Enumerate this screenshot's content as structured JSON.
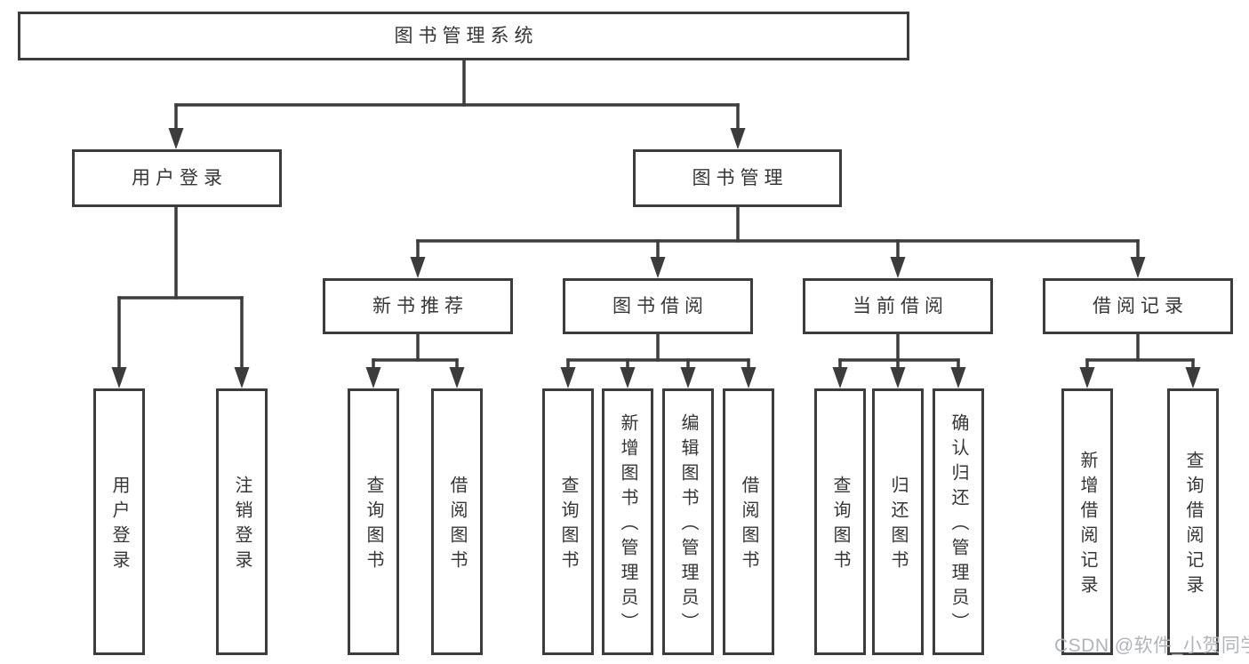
{
  "diagram": {
    "root": {
      "label": "图书管理系统",
      "children": [
        {
          "label": "用户登录",
          "children": [
            {
              "label": "用户登录"
            },
            {
              "label": "注销登录"
            }
          ]
        },
        {
          "label": "图书管理",
          "children": [
            {
              "label": "新书推荐",
              "children": [
                {
                  "label": "查询图书"
                },
                {
                  "label": "借阅图书"
                }
              ]
            },
            {
              "label": "图书借阅",
              "children": [
                {
                  "label": "查询图书"
                },
                {
                  "label": "新增图书（管理员）"
                },
                {
                  "label": "编辑图书（管理员）"
                },
                {
                  "label": "借阅图书"
                }
              ]
            },
            {
              "label": "当前借阅",
              "children": [
                {
                  "label": "查询图书"
                },
                {
                  "label": "归还图书"
                },
                {
                  "label": "确认归还（管理员）"
                }
              ]
            },
            {
              "label": "借阅记录",
              "children": [
                {
                  "label": "新增借阅记录"
                },
                {
                  "label": "查询借阅记录"
                }
              ]
            }
          ]
        }
      ]
    }
  },
  "watermark": {
    "text": "CSDN @软件_小贺同学",
    "color": "#b0b4bb"
  },
  "colors": {
    "background": "#ffffff",
    "line": "#3c3c3c",
    "box_border": "#3c3c3c",
    "box_fill": "#ffffff",
    "text": "#363636"
  }
}
